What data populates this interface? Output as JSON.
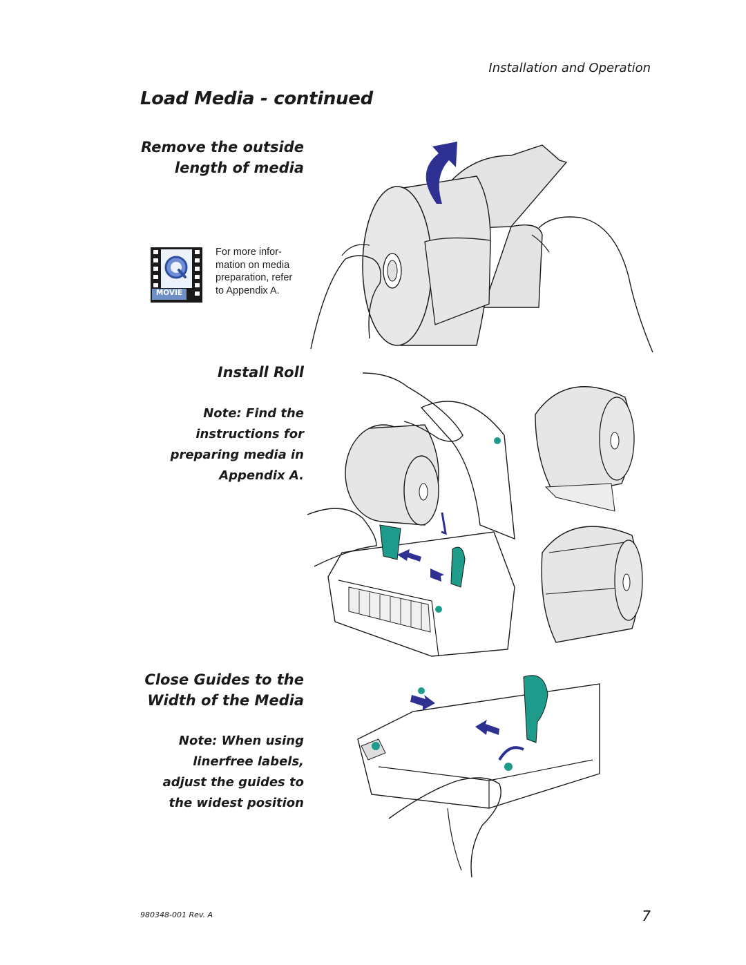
{
  "header": {
    "section": "Installation and Operation"
  },
  "title": "Load Media - continued",
  "steps": [
    {
      "heading_line1": "Remove the outside",
      "heading_line2": "length of media"
    },
    {
      "heading": "Install Roll",
      "note_lines": [
        "Note:  Find the",
        "instructions for",
        "preparing media in",
        "Appendix A."
      ]
    },
    {
      "heading_line1": "Close Guides to the",
      "heading_line2": "Width of the Media",
      "note_lines": [
        "Note:  When using",
        "linerfree labels,",
        "adjust the guides to",
        "the widest position"
      ]
    }
  ],
  "movie": {
    "badge": "MOVIE",
    "text_lines": [
      "For more  infor-",
      "mation on media",
      "preparation, refer",
      "to Appendix A."
    ]
  },
  "footer": {
    "doc_number": "980348-001 Rev. A",
    "page_number": "7"
  },
  "colors": {
    "guide_green": "#1e9b8a",
    "arrow_blue": "#2e3192",
    "media_gray": "#e6e6e6"
  }
}
